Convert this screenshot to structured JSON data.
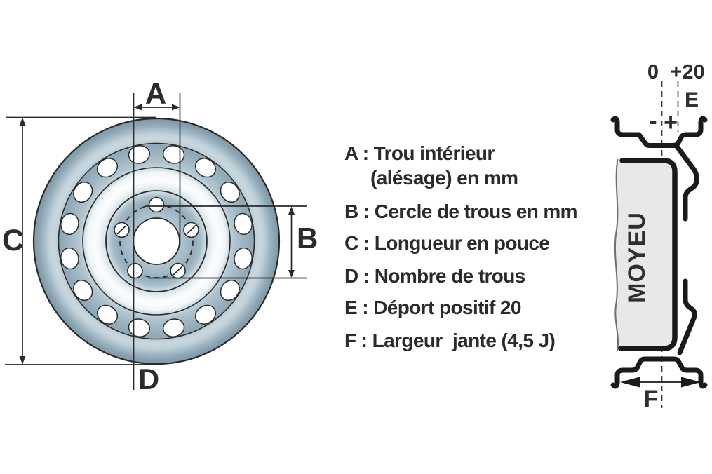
{
  "front_view": {
    "label_a": "A",
    "label_b": "B",
    "label_c": "C",
    "label_d": "D"
  },
  "legend": {
    "lines": [
      "A : Trou intérieur",
      "(alésage) en mm",
      "B : Cercle de trous en mm",
      "C : Longueur en pouce",
      "D : Nombre de trous",
      "E : Déport positif 20",
      "F : Largeur  jante (4,5 J)"
    ]
  },
  "cross_section": {
    "zero_scale_label": "0",
    "offset_scale_label": "+20",
    "label_e": "E",
    "minus_sign": "-",
    "plus_sign": "+",
    "hub_label": "MOYEU",
    "label_f": "F"
  },
  "colors": {
    "steel_dark": "#7e97a7",
    "steel_mid": "#9db4c1",
    "steel_light": "#cfdde3",
    "highlight": "#fbfdfd",
    "outline": "#2a2a2a",
    "hub_fill": "#e8e8e8",
    "text": "#2b2b2b"
  }
}
